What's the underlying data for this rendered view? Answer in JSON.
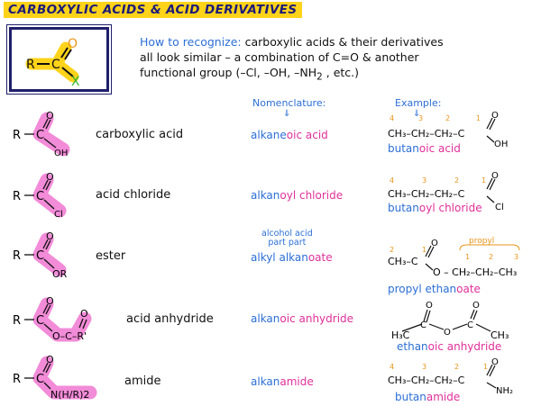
{
  "title": "CARBOXYLIC ACIDS & ACID DERIVATIVES",
  "intro": {
    "label": "How to recognize:",
    "text_line1": "carboxylic acids & their derivatives",
    "text_line2": "all look similar – a combination of  C=O & another",
    "text_line3": "functional group  (–Cl, –OH, –NH",
    "text_line3_sub": "2",
    "text_line3_end": " , etc.)"
  },
  "headers": {
    "nomenclature": "Nomenclature:",
    "example": "Example:"
  },
  "general_structure": {
    "r": "R",
    "c": "C",
    "o": "O",
    "x": "X"
  },
  "rows": [
    {
      "name": "carboxylic acid",
      "nom_blue": "alkane",
      "nom_pink": "oic acid",
      "group": "OH",
      "ex_blue": "butan",
      "ex_pink": "oic acid"
    },
    {
      "name": "acid chloride",
      "nom_blue": "alkan",
      "nom_pink": "oyl chloride",
      "group": "Cl",
      "ex_blue": "butan",
      "ex_pink": "oyl chloride"
    },
    {
      "name": "ester",
      "nom_blue": "alkyl  alkan",
      "nom_pink": "oate",
      "group": "OR",
      "ex_blue": "propyl  ethan",
      "ex_pink": "oate"
    },
    {
      "name": "acid anhydride",
      "nom_blue": "alkan",
      "nom_pink": "oic anhydride",
      "group": "O–C–R'",
      "ex_blue": "ethan",
      "ex_pink": "oic  anhydride"
    },
    {
      "name": "amide",
      "nom_blue": "alkan",
      "nom_pink": "amide",
      "group": "N(H/R)2",
      "ex_blue": "butan",
      "ex_pink": "amide"
    }
  ],
  "ester_annotation": {
    "alcohol_part": "alcohol",
    "alcohol_part2": "part",
    "acid_part": "acid",
    "acid_part2": "part",
    "propyl": "propyl"
  },
  "colors": {
    "blue": "#2b6fd6",
    "pink": "#e0309a",
    "highlight": "#f28bd8",
    "orange": "#e8951a",
    "title_bg": "#ffd31a",
    "green": "#2fb52f"
  }
}
